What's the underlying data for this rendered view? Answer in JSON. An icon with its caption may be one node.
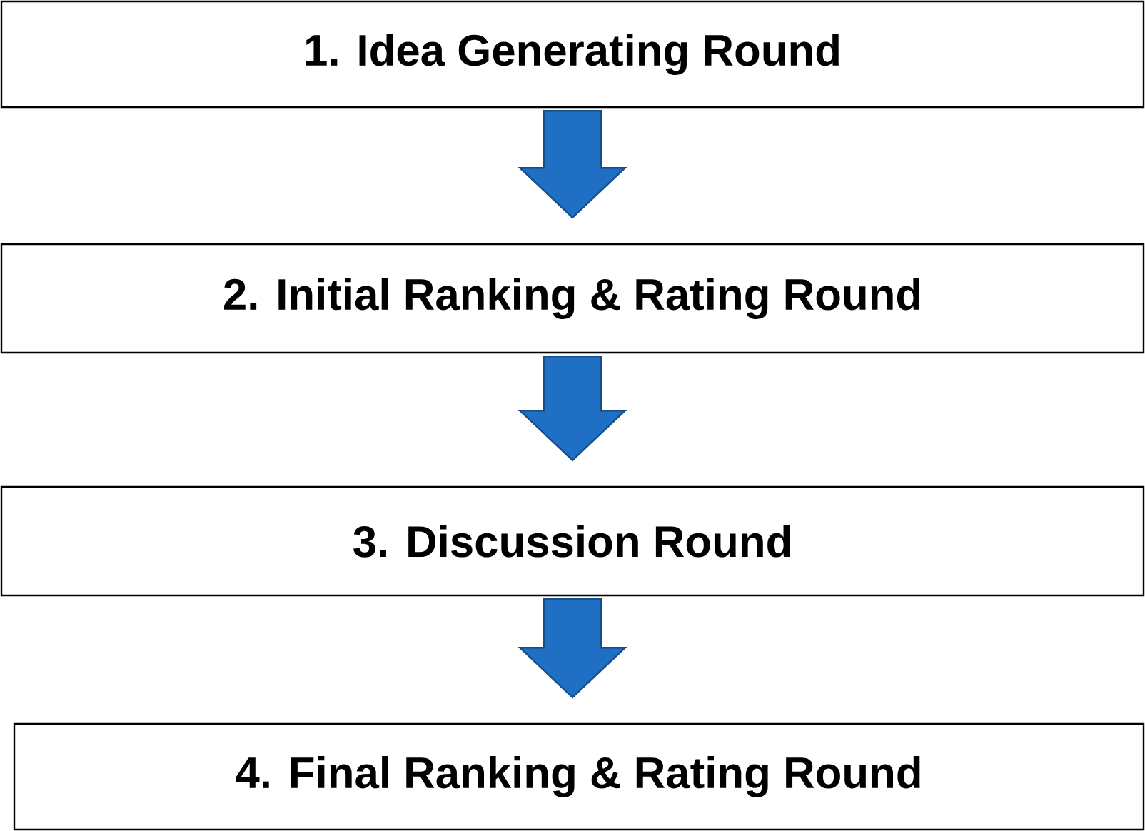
{
  "diagram": {
    "nodes": [
      {
        "text": [
          "1. Idea Generating Round"
        ]
      },
      {
        "text": [
          "2. Initial Ranking & Rating Round"
        ]
      },
      {
        "text": [
          "3. Discussion Round"
        ]
      },
      {
        "text": [
          "4. Final Ranking & Rating Round"
        ]
      }
    ],
    "edges": [
      {
        "from": 0,
        "to": 1,
        "arrow": "to"
      },
      {
        "from": 1,
        "to": 2,
        "arrow": "to"
      },
      {
        "from": 2,
        "to": 3,
        "arrow": "to"
      }
    ]
  }
}
